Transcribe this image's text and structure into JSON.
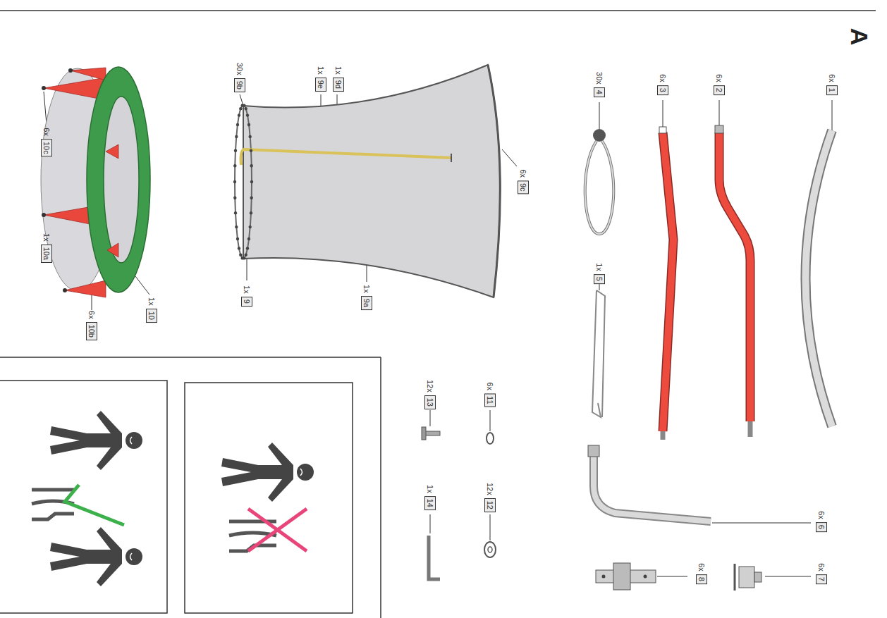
{
  "diagram": {
    "labels": [
      "A",
      "6x",
      "1",
      "6x",
      "2",
      "6x",
      "3",
      "30x",
      "4",
      "1x",
      "5",
      "6x",
      "6",
      "6x",
      "7",
      "6x",
      "8",
      "6x",
      "9c",
      "1x",
      "9d",
      "1x",
      "9e",
      "30x",
      "9b",
      "1x",
      "9a",
      "1x",
      "9",
      "6x",
      "11",
      "12x",
      "12",
      "12x",
      "13",
      "1x",
      "14",
      "1x",
      "10",
      "6x",
      "10b",
      "1x",
      "10a",
      "6x",
      "10c"
    ]
  }
}
